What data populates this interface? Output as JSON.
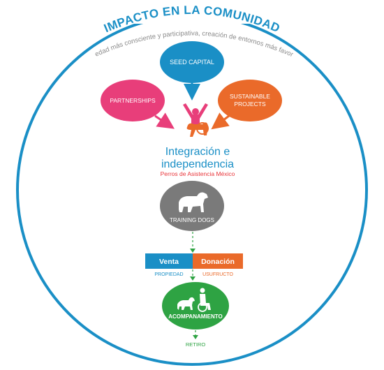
{
  "header": {
    "title": "IMPACTO EN LA COMUNIDAD",
    "subtitle": "Sociedad más consciente y participativa, creación de entornos más favorables"
  },
  "nodes": {
    "seed_capital": "SEED CAPITAL",
    "partnerships": "PARTNERSHIPS",
    "sustainable_line1": "SUSTAINABLE",
    "sustainable_line2": "PROJECTS",
    "training_dogs": "TRAINING DOGS",
    "acompanamiento": "ACOMPANAMIENTO"
  },
  "brand": {
    "line1": "Integración e",
    "line2": "independencia",
    "org": "Perros de Asistencia México"
  },
  "options": {
    "venta": "Venta",
    "donacion": "Donación",
    "propiedad": "PROPIEDAD",
    "usufructo": "USUFRUCTO"
  },
  "footer": {
    "retiro": "RETIRO"
  },
  "colors": {
    "ring": "#1a8fc6",
    "seed": "#1a8fc6",
    "partnerships": "#e83e7a",
    "sustainable": "#ea6a2a",
    "training": "#7a7a7a",
    "green": "#2ea343",
    "venta": "#1a8fc6",
    "donacion": "#ea6a2a",
    "brand_text": "#1a8fc6",
    "org_text": "#e8353a"
  }
}
